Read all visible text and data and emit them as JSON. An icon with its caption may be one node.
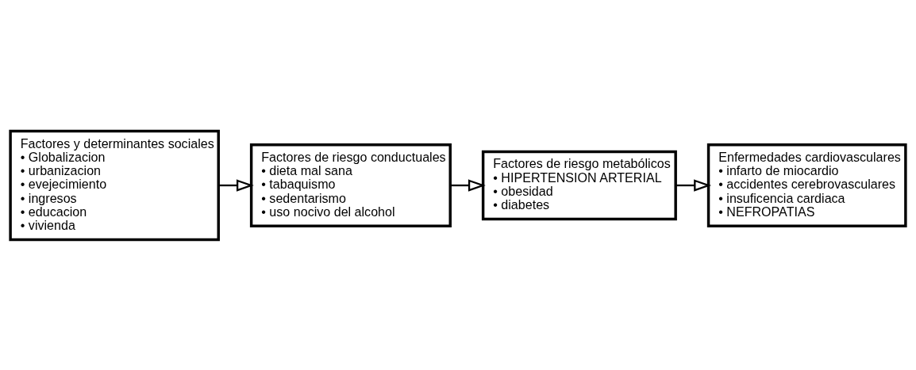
{
  "diagram": {
    "nodes": [
      {
        "text": [
          "Factores y determinantes sociales",
          "• Globalizacion",
          "• urbanizacion",
          "• evejecimiento",
          "• ingresos",
          "• educacion",
          "• vivienda"
        ]
      },
      {
        "text": [
          "Factores de riesgo conductuales",
          "• dieta mal sana",
          "• tabaquismo",
          "• sedentarismo",
          "• uso nocivo del alcohol"
        ]
      },
      {
        "text": [
          "Factores de riesgo metabólicos",
          "• HIPERTENSION ARTERIAL",
          "• obesidad",
          "• diabetes"
        ]
      },
      {
        "text": [
          "Enfermedades cardiovasculares",
          "• infarto de miocardio",
          "• accidentes cerebrovasculares",
          "• insuficencia cardiaca",
          "• NEFROPATIAS"
        ]
      }
    ],
    "edges": [
      {
        "from": 0,
        "to": 1,
        "arrow": "to"
      },
      {
        "from": 1,
        "to": 2,
        "arrow": "to"
      },
      {
        "from": 2,
        "to": 3,
        "arrow": "to"
      }
    ]
  }
}
